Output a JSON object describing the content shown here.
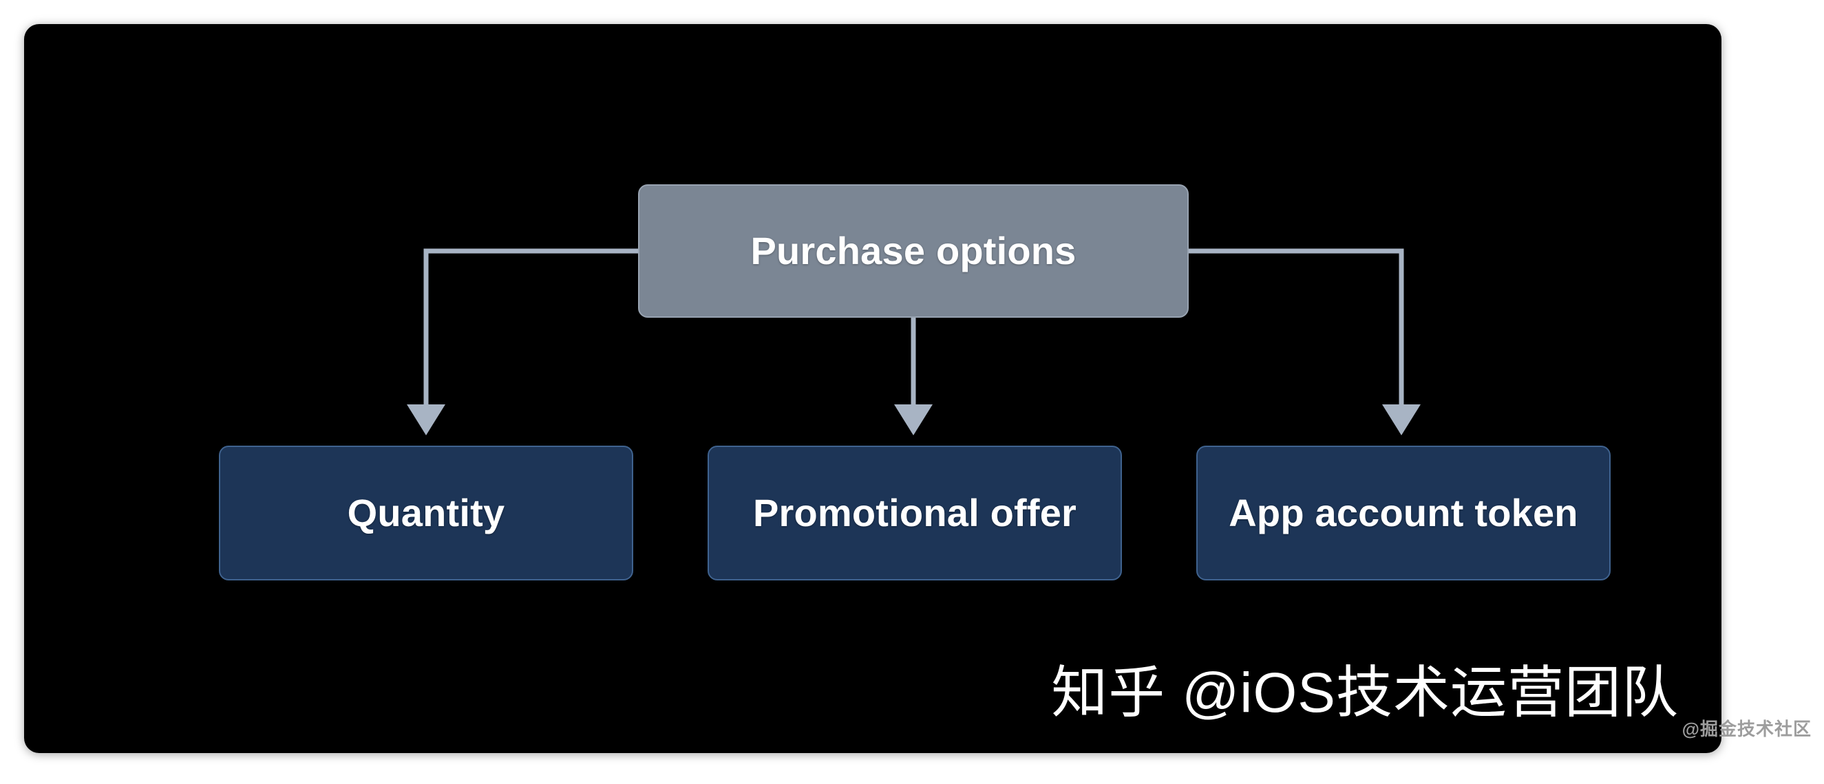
{
  "slide": {
    "background_color": "#000000",
    "page_background_color": "#ffffff"
  },
  "diagram": {
    "type": "tree",
    "root": {
      "label": "Purchase options",
      "fill_color": "#7b8694",
      "border_color": "#98a3b1",
      "text_color": "#ffffff"
    },
    "children": [
      {
        "label": "Quantity",
        "fill_color": "#1d3557",
        "border_color": "#3f628e",
        "text_color": "#ffffff"
      },
      {
        "label": "Promotional offer",
        "fill_color": "#1d3557",
        "border_color": "#3f628e",
        "text_color": "#ffffff"
      },
      {
        "label": "App account token",
        "fill_color": "#1d3557",
        "border_color": "#3f628e",
        "text_color": "#ffffff"
      }
    ],
    "connector": {
      "color": "#a8b4c4",
      "stroke_width": 7,
      "arrow": "solid-triangle-down"
    }
  },
  "watermarks": {
    "main": "知乎 @iOS技术运营团队",
    "footer": "@掘金技术社区",
    "main_color": "#ffffff",
    "footer_color": "#9d9d9d"
  }
}
